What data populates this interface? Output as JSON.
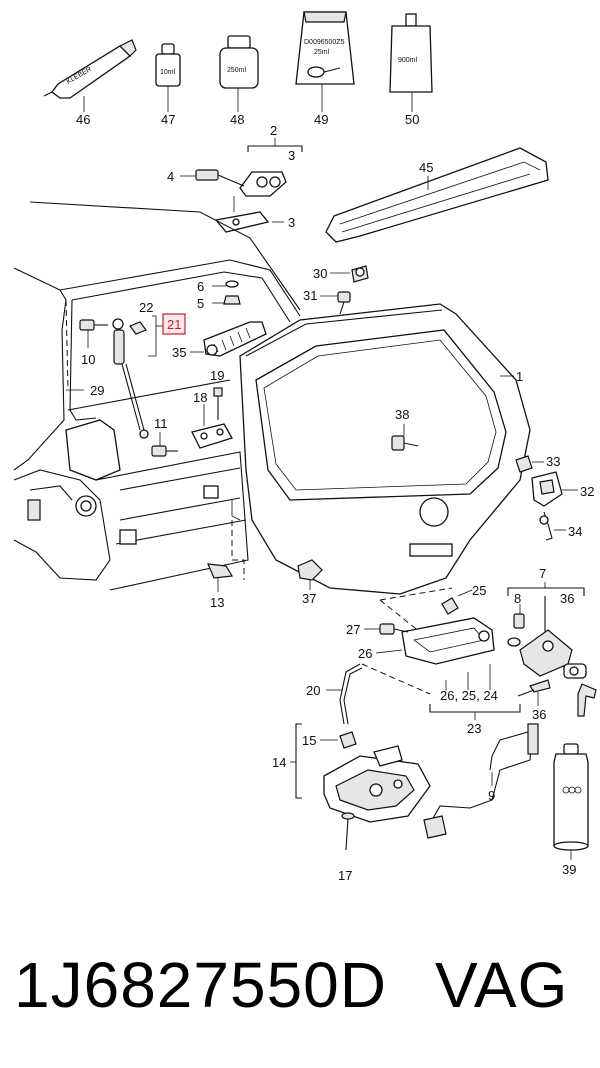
{
  "caption": {
    "part_number": "1J6827550D",
    "brand": "VAG"
  },
  "package_labels": {
    "glue_tube": "KLEBER",
    "bottle_small": "10ml",
    "bottle_medium": "250ml",
    "packet_line1": "D0096500Z5",
    "packet_line2": "25ml",
    "canister": "900ml"
  },
  "callouts": {
    "c1": "1",
    "c2": "2",
    "c3a": "3",
    "c3b": "3",
    "c4": "4",
    "c5": "5",
    "c6": "6",
    "c7": "7",
    "c8": "8",
    "c9": "9",
    "c10": "10",
    "c11": "11",
    "c13": "13",
    "c14": "14",
    "c15": "15",
    "c17": "17",
    "c18": "18",
    "c19": "19",
    "c20": "20",
    "c21": "21",
    "c22": "22",
    "c23": "23",
    "c24": "24",
    "c25": "25",
    "c26": "26",
    "c262524": "26, 25, 24",
    "c27": "27",
    "c29": "29",
    "c30": "30",
    "c31": "31",
    "c32": "32",
    "c33": "33",
    "c34": "34",
    "c35": "35",
    "c36a": "36",
    "c36b": "36",
    "c37": "37",
    "c38": "38",
    "c39": "39",
    "c45": "45",
    "c46": "46",
    "c47": "47",
    "c48": "48",
    "c49": "49",
    "c50": "50"
  },
  "highlight_color": "#c0202a"
}
